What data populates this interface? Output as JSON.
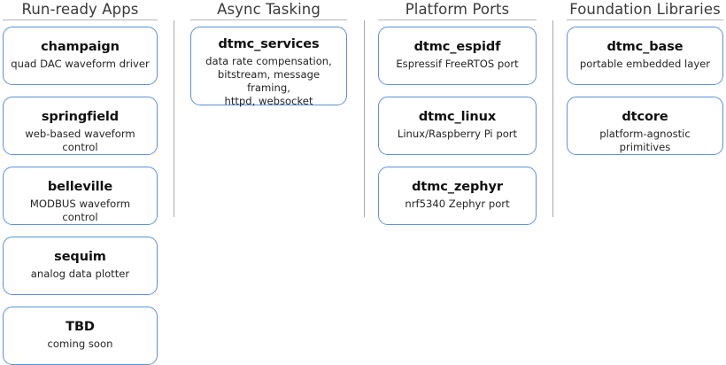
{
  "theme": {
    "card_border_color": "#5b91dd",
    "header_text_color": "#3a3a3a",
    "rule_color": "#b6b6b6",
    "divider_color": "#a9a9a9",
    "background": "#ffffff"
  },
  "columns": [
    {
      "id": "run-ready-apps",
      "header": "Run-ready Apps",
      "cards": [
        {
          "title": "champaign",
          "desc": "quad DAC waveform driver"
        },
        {
          "title": "springfield",
          "desc": "web-based waveform control"
        },
        {
          "title": "belleville",
          "desc": "MODBUS waveform control"
        },
        {
          "title": "sequim",
          "desc": "analog data plotter"
        },
        {
          "title": "TBD",
          "desc": "coming soon"
        }
      ]
    },
    {
      "id": "async-tasking",
      "header": "Async Tasking",
      "cards": [
        {
          "title": "dtmc_services",
          "desc": "data rate compensation,\nbitstream, message framing,\nhttpd, websocket"
        }
      ]
    },
    {
      "id": "platform-ports",
      "header": "Platform Ports",
      "cards": [
        {
          "title": "dtmc_espidf",
          "desc": "Espressif  FreeRTOS port"
        },
        {
          "title": "dtmc_linux",
          "desc": "Linux/Raspberry Pi port"
        },
        {
          "title": "dtmc_zephyr",
          "desc": "nrf5340 Zephyr port"
        }
      ]
    },
    {
      "id": "foundation-libraries",
      "header": "Foundation Libraries",
      "cards": [
        {
          "title": "dtmc_base",
          "desc": "portable embedded layer"
        },
        {
          "title": "dtcore",
          "desc": "platform-agnostic primitives"
        }
      ]
    }
  ]
}
